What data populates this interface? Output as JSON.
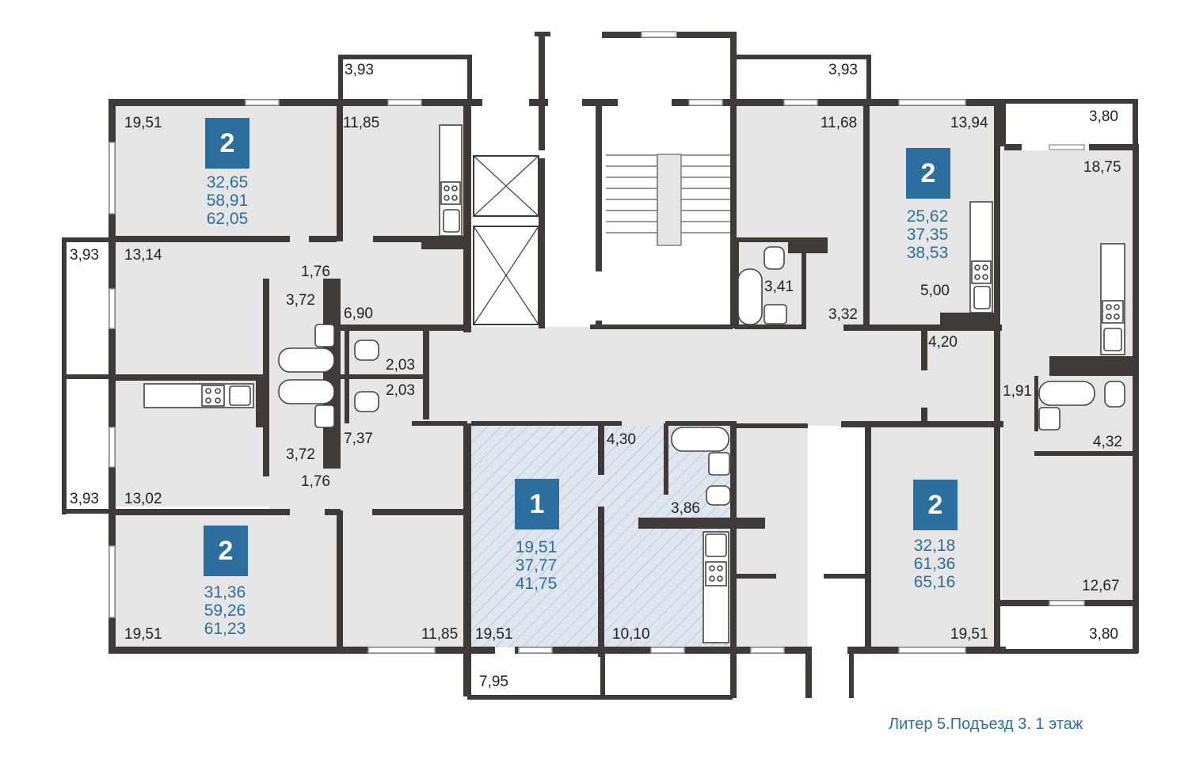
{
  "caption": "Литер 5.Подъезд 3. 1 этаж",
  "colors": {
    "accent": "#2c6e9d",
    "wall": "#3f3a37",
    "room_fill": "#e6e6e6",
    "selected_hatch": "#b9c9dc"
  },
  "apartments": [
    {
      "id": "apt-top-left",
      "rooms": "2",
      "living": "32,65",
      "total": "58,91",
      "total_with_balcony": "62,05"
    },
    {
      "id": "apt-top-right",
      "rooms": "2",
      "living": "25,62",
      "total": "37,35",
      "total_with_balcony": "38,53"
    },
    {
      "id": "apt-bottom-left",
      "rooms": "2",
      "living": "31,36",
      "total": "59,26",
      "total_with_balcony": "61,23"
    },
    {
      "id": "apt-center",
      "rooms": "1",
      "living": "19,51",
      "total": "37,77",
      "total_with_balcony": "41,75",
      "highlighted": true
    },
    {
      "id": "apt-right",
      "rooms": "2",
      "living": "32,18",
      "total": "61,36",
      "total_with_balcony": "65,16"
    }
  ],
  "room_areas": [
    "3,93",
    "3,93",
    "3,80",
    "19,51",
    "11,85",
    "11,68",
    "13,94",
    "18,75",
    "3,93",
    "13,14",
    "1,76",
    "3,72",
    "6,90",
    "3,41",
    "3,32",
    "5,00",
    "4,20",
    "2,03",
    "2,03",
    "1,91",
    "7,37",
    "4,30",
    "4,32",
    "3,72",
    "1,76",
    "3,93",
    "13,02",
    "3,86",
    "12,67",
    "19,51",
    "11,85",
    "19,51",
    "10,10",
    "19,51",
    "3,80",
    "7,95"
  ]
}
